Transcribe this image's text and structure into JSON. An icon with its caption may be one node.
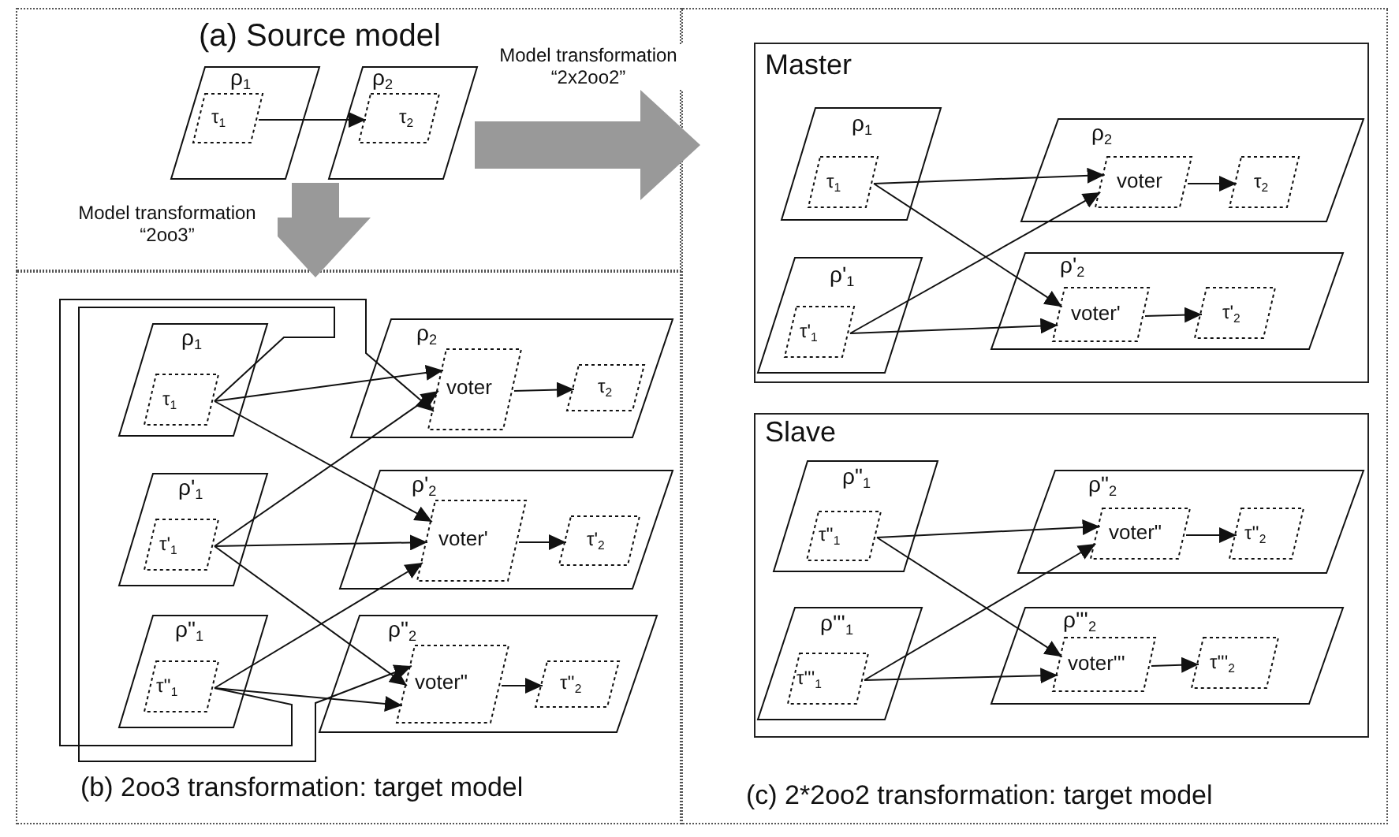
{
  "diagram": {
    "nodes": [
      {
        "text": [
          "(a) Source model"
        ]
      },
      {
        "text": [
          "(b) 2oo3 transformation: target model"
        ]
      },
      {
        "text": [
          "(c) 2*2oo2 transformation: target model"
        ]
      },
      {
        "text": [
          "ρ$_{1}$"
        ],
        "in": 0
      },
      {
        "text": [
          "τ$_{1}$"
        ],
        "in": 3
      },
      {
        "text": [
          "ρ$_{2}$"
        ],
        "in": 0
      },
      {
        "text": [
          "τ$_{2}$"
        ],
        "in": 5
      },
      {
        "text": [
          "ρ$_{1}$"
        ],
        "in": 1
      },
      {
        "text": [
          "τ$_{1}$"
        ],
        "in": 7
      },
      {
        "text": [
          "ρ$_{2}$"
        ],
        "in": 1
      },
      {
        "text": [
          "voter"
        ],
        "in": 9
      },
      {
        "text": [
          "τ$_{2}$"
        ],
        "in": 9
      },
      {
        "text": [
          "ρ'$_{1}$"
        ],
        "in": 1
      },
      {
        "text": [
          "τ'$_{1}$"
        ],
        "in": 12
      },
      {
        "text": [
          "ρ'$_{2}$"
        ],
        "in": 1
      },
      {
        "text": [
          "voter'"
        ],
        "in": 14
      },
      {
        "text": [
          "τ'$_{2}$"
        ],
        "in": 14
      },
      {
        "text": [
          "ρ\"$_{1}$"
        ],
        "in": 1
      },
      {
        "text": [
          "τ''$_{1}$"
        ],
        "in": 17
      },
      {
        "text": [
          "ρ\"$_{2}$"
        ],
        "in": 1
      },
      {
        "text": [
          "voter\""
        ],
        "in": 19
      },
      {
        "text": [
          "τ''$_{2}$"
        ],
        "in": 19
      },
      {
        "text": [
          "Master"
        ],
        "in": 2
      },
      {
        "text": [
          "ρ$_{1}$"
        ],
        "in": 22
      },
      {
        "text": [
          "τ$_{1}$"
        ],
        "in": 23
      },
      {
        "text": [
          "ρ$_{2}$"
        ],
        "in": 22
      },
      {
        "text": [
          "voter"
        ],
        "in": 25
      },
      {
        "text": [
          "τ$_{2}$"
        ],
        "in": 25
      },
      {
        "text": [
          "ρ'$_{1}$"
        ],
        "in": 22
      },
      {
        "text": [
          "τ'$_{1}$"
        ],
        "in": 28
      },
      {
        "text": [
          "ρ'$_{2}$"
        ],
        "in": 22
      },
      {
        "text": [
          "voter'"
        ],
        "in": 30
      },
      {
        "text": [
          "τ'$_{2}$"
        ],
        "in": 30
      },
      {
        "text": [
          "Slave"
        ],
        "in": 2
      },
      {
        "text": [
          "ρ\"$_{1}$"
        ],
        "in": 33
      },
      {
        "text": [
          "τ''$_{1}$"
        ],
        "in": 34
      },
      {
        "text": [
          "ρ\"$_{2}$"
        ],
        "in": 33
      },
      {
        "text": [
          "voter\""
        ],
        "in": 36
      },
      {
        "text": [
          "τ''$_{2}$"
        ],
        "in": 36
      },
      {
        "text": [
          "ρ'''$_{1}$"
        ],
        "in": 33
      },
      {
        "text": [
          "τ'''$_{1}$"
        ],
        "in": 39
      },
      {
        "text": [
          "ρ'''$_{2}$"
        ],
        "in": 33
      },
      {
        "text": [
          "voter'''"
        ],
        "in": 41
      },
      {
        "text": [
          "τ'''$_{2}$"
        ],
        "in": 41
      }
    ],
    "edges": [
      {
        "from": 5,
        "to": 2,
        "arrow": "to",
        "label": "Model transformation “2x2oo2”",
        "style": "thick",
        "color": "#999999"
      },
      {
        "from": 5,
        "to": 1,
        "arrow": "to",
        "label": "Model transformation “2oo3”",
        "style": "thick",
        "color": "#999999"
      },
      {
        "from": 4,
        "to": 6,
        "arrow": "to"
      },
      {
        "from": 8,
        "to": 10,
        "arrow": "to"
      },
      {
        "from": 8,
        "to": 15,
        "arrow": "to"
      },
      {
        "from": 8,
        "to": 20,
        "arrow": "to"
      },
      {
        "from": 13,
        "to": 10,
        "arrow": "to"
      },
      {
        "from": 13,
        "to": 15,
        "arrow": "to"
      },
      {
        "from": 13,
        "to": 20,
        "arrow": "to"
      },
      {
        "from": 18,
        "to": 10,
        "arrow": "to"
      },
      {
        "from": 18,
        "to": 15,
        "arrow": "to"
      },
      {
        "from": 18,
        "to": 20,
        "arrow": "to"
      },
      {
        "from": 10,
        "to": 11,
        "arrow": "to"
      },
      {
        "from": 15,
        "to": 16,
        "arrow": "to"
      },
      {
        "from": 20,
        "to": 21,
        "arrow": "to"
      },
      {
        "from": 24,
        "to": 26,
        "arrow": "to"
      },
      {
        "from": 24,
        "to": 31,
        "arrow": "to"
      },
      {
        "from": 29,
        "to": 26,
        "arrow": "to"
      },
      {
        "from": 29,
        "to": 31,
        "arrow": "to"
      },
      {
        "from": 26,
        "to": 27,
        "arrow": "to"
      },
      {
        "from": 31,
        "to": 32,
        "arrow": "to"
      },
      {
        "from": 35,
        "to": 37,
        "arrow": "to"
      },
      {
        "from": 35,
        "to": 42,
        "arrow": "to"
      },
      {
        "from": 40,
        "to": 37,
        "arrow": "to"
      },
      {
        "from": 40,
        "to": 42,
        "arrow": "to"
      },
      {
        "from": 37,
        "to": 38,
        "arrow": "to"
      },
      {
        "from": 42,
        "to": 43,
        "arrow": "to"
      }
    ]
  }
}
